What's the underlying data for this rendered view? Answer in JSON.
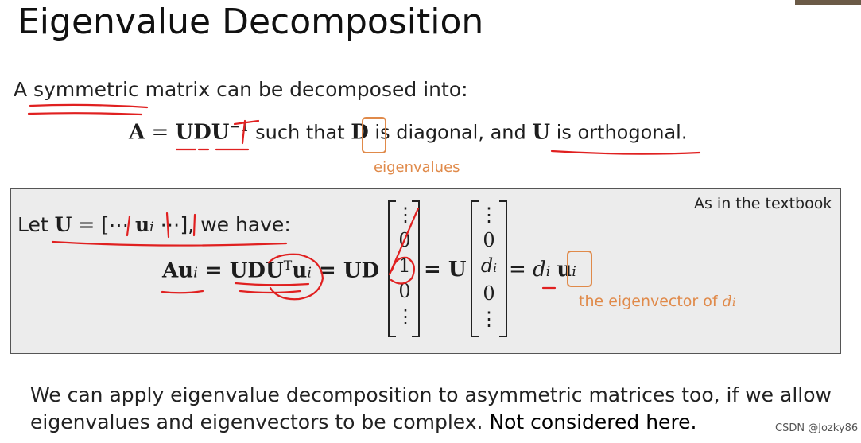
{
  "title": "Eigenvalue Decomposition",
  "intro": "A symmetric matrix can be decomposed into:",
  "eq1": {
    "A": "A",
    "eq": " = ",
    "UDU": "UDU",
    "exp": "−1",
    "such_that": "  such that ",
    "D": "D",
    "is_diag": " is diagonal, and ",
    "U": "U",
    "is_orth": " is orthogonal."
  },
  "eigenvalues_note": "eigenvalues",
  "box": {
    "textbook_note": "As in the textbook",
    "let_text": "Let ",
    "U": "U",
    "bracket": " = [⋯    ",
    "ui": "u",
    "i": "i",
    "bracket_end": "  ⋯], we have:",
    "eq2_left": "Au",
    "eq2_i": "i",
    "eq2_mid": " = UDU",
    "eq2_T": "T",
    "eq2_u": "u",
    "eq2_eq_UD": " = UD",
    "eq2_eq_U": " = U",
    "eq2_eq_d": " = ",
    "d": "d",
    "u_final": "u",
    "col1": [
      "⋮",
      "0",
      "1",
      "0",
      "⋮"
    ],
    "col2": [
      "⋮",
      "0",
      "d",
      "0",
      "⋮"
    ],
    "eigenvector_note": "the eigenvector of ",
    "eigenvector_d": "d"
  },
  "bottom": {
    "line1": "We can apply eigenvalue decomposition to asymmetric matrices too, if we allow",
    "line2_a": "eigenvalues and eigenvectors to be complex. ",
    "line2_b": "Not considered here."
  },
  "watermark": "CSDN @Jozky86",
  "colors": {
    "annotation": "#e02020",
    "orange": "#e08a4a",
    "box": "#ececec"
  }
}
